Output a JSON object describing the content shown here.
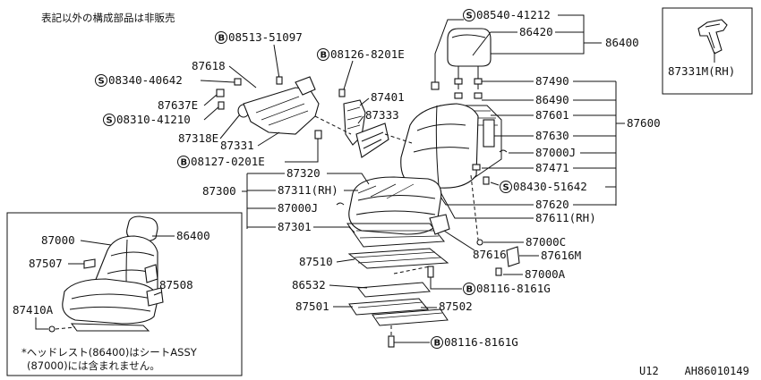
{
  "header_note": "表記以外の構成部品は非販売",
  "footer_code": "U12    AH86010149",
  "labels": {
    "s_08540_41212": "08540-41212",
    "p86420": "86420",
    "p86400": "86400",
    "b_08513_51097": "08513-51097",
    "b_08126_8201E": "08126-8201E",
    "p87618": "87618",
    "s_08340_40642": "08340-40642",
    "p87637E": "87637E",
    "s_08310_41210": "08310-41210",
    "p87318E": "87318E",
    "p87331": "87331",
    "p87401": "87401",
    "p87333": "87333",
    "b_08127_0201E": "08127-0201E",
    "p87490a": "87490",
    "p87490b": "86490",
    "p87601": "87601",
    "p87600": "87600",
    "p87630": "87630",
    "p87000J_r": "87000J",
    "p87471": "87471",
    "s_08430_51642": "08430-51642",
    "p87320": "87320",
    "p87300": "87300",
    "p87311": "87311(RH)",
    "p87000J_l": "87000J",
    "p87301": "87301",
    "p87620": "87620",
    "p87611": "87611(RH)",
    "p87000C": "87000C",
    "p87616": "87616",
    "p87616M": "87616M",
    "p87510": "87510",
    "p87000A": "87000A",
    "p86532": "86532",
    "b_08116_8161G_a": "08116-8161G",
    "p87501": "87501",
    "p87502": "87502",
    "b_08116_8161G_b": "08116-8161G",
    "p87331M": "87331M(RH)",
    "inset_87000": "87000",
    "inset_86400": "86400",
    "inset_87507": "87507",
    "inset_87508": "87508",
    "inset_87410A": "87410A",
    "note_line1": "*ヘッドレスト(86400)はシートASSY",
    "note_line2": "(87000)には含まれません。"
  },
  "marks": {
    "S": "S",
    "B": "B"
  }
}
